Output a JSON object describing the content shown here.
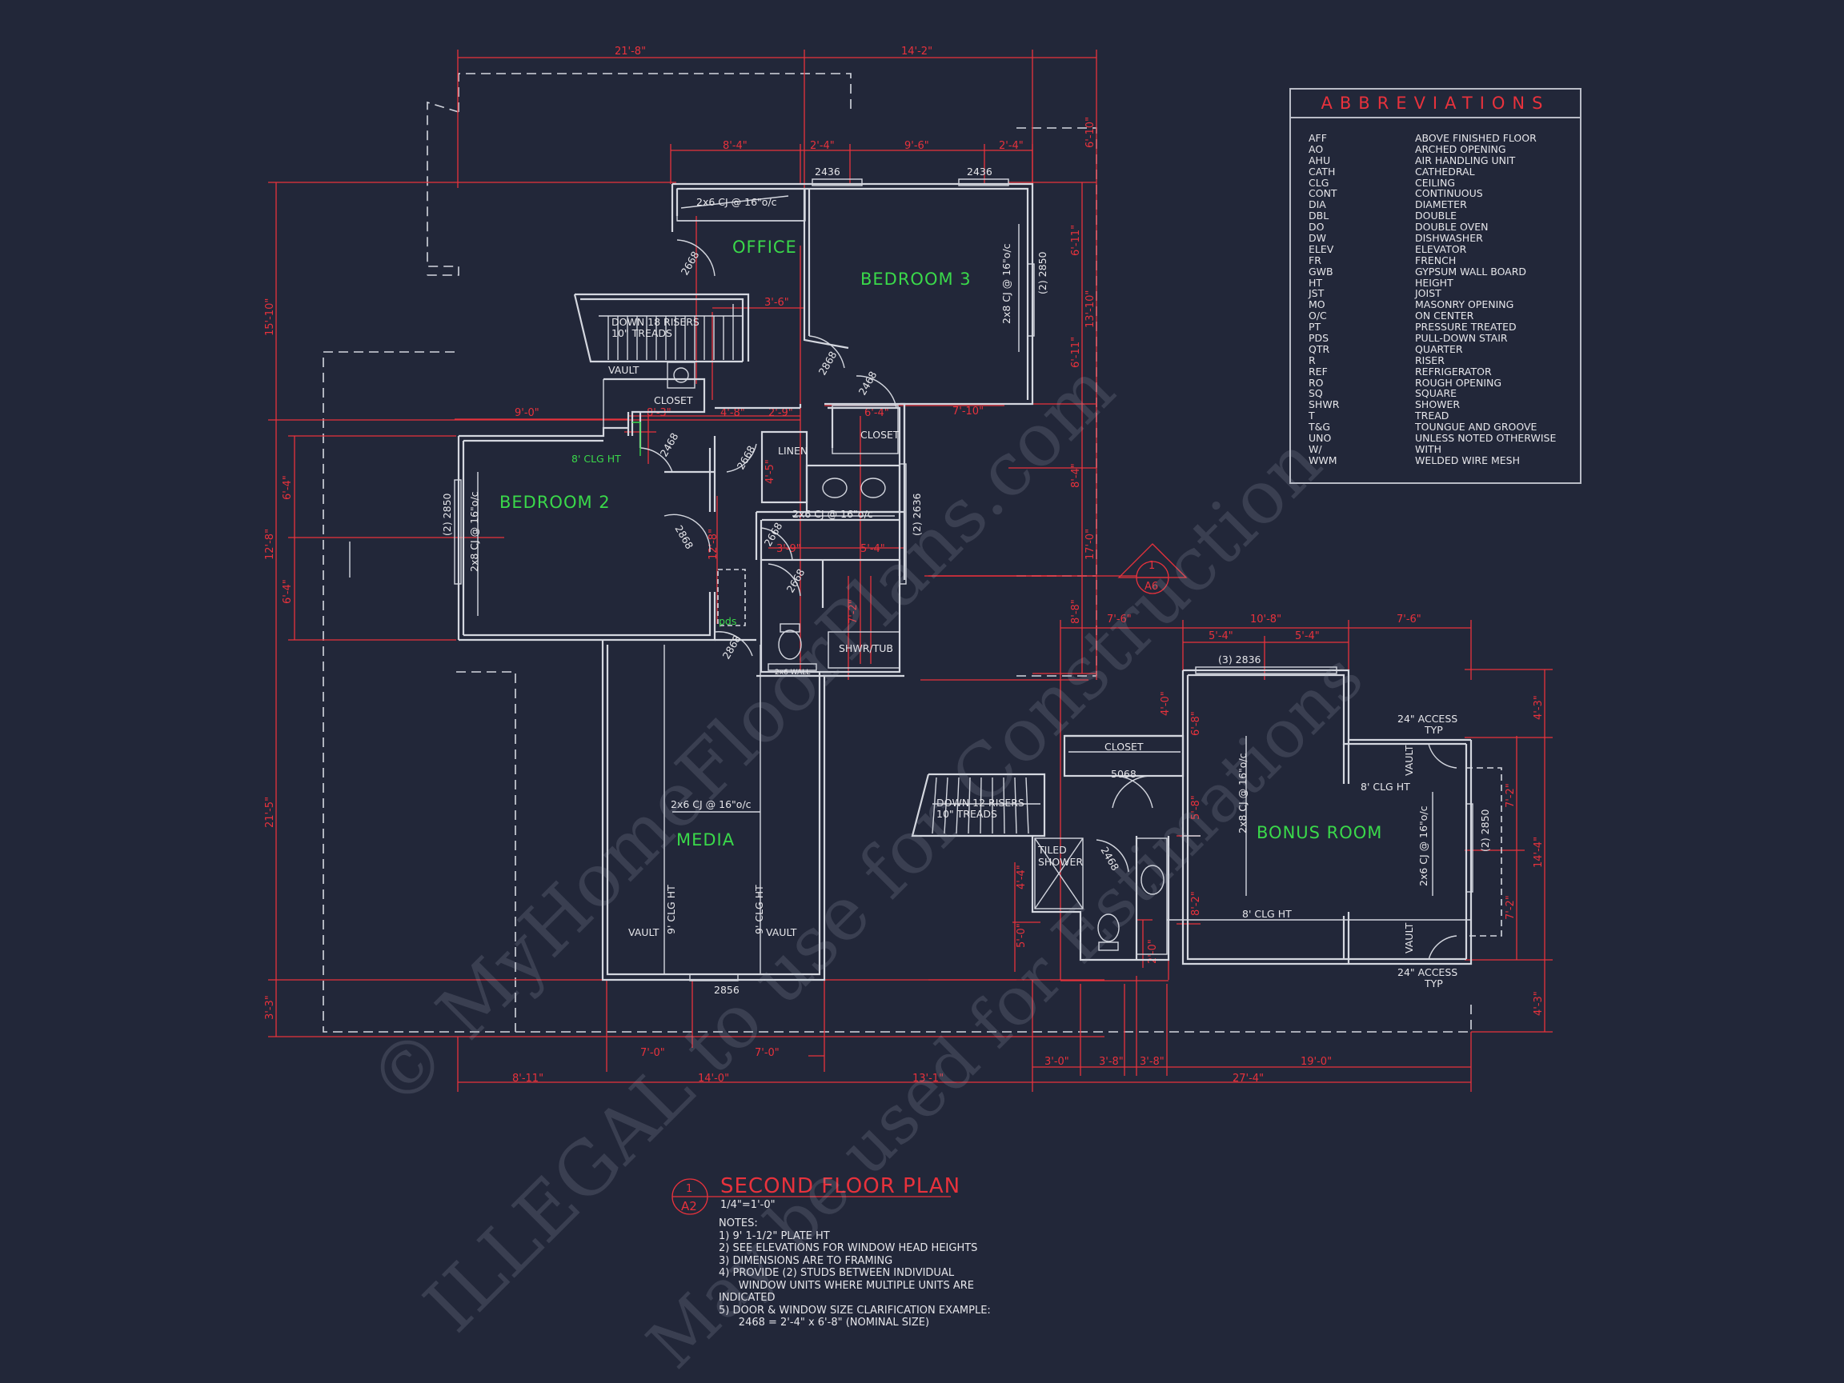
{
  "rooms": {
    "office": "OFFICE",
    "bedroom3": "BEDROOM 3",
    "bedroom2": "BEDROOM 2",
    "media": "MEDIA",
    "bonus": "BONUS ROOM"
  },
  "labels": {
    "closet": "CLOSET",
    "linen": "LINEN",
    "vault": "VAULT",
    "shwr_tub": "SHWR/TUB",
    "tiled_shower": "TILED",
    "tiled_shower2": "SHOWER",
    "access": "24\" ACCESS",
    "typ": "TYP",
    "pds": "pds",
    "wall2x6": "2x6 WALL",
    "clg_8": "8' CLG HT",
    "clg_9": "9' CLG HT",
    "stair1a": "DOWN 18 RISERS",
    "stair1b": "10\" TREADS",
    "stair2a": "DOWN 12 RISERS",
    "stair2b": "10\" TREADS",
    "cj6": "2x6 CJ @ 16\"o/c",
    "cj8": "2x8 CJ @ 16\"o/c",
    "win2436": "2436",
    "win2850x2": "(2) 2850",
    "win2636x2": "(2) 2636",
    "win2856": "2856",
    "win2836x3": "(3) 2836",
    "door2668": "2668",
    "door2868": "2868",
    "door2468": "2468",
    "door5068": "5068",
    "section_num": "1",
    "section_ref": "A6"
  },
  "dimensions": {
    "top": [
      "21'-8\"",
      "14'-2\""
    ],
    "second_row": [
      "8'-4\"",
      "2'-4\"",
      "9'-6\"",
      "2'-4\""
    ],
    "left": [
      "15'-10\"",
      "21'-5\"",
      "3'-3\""
    ],
    "left_inner": [
      "6'-4\"",
      "12'-8\"",
      "6'-4\""
    ],
    "right": [
      "6'-10\"",
      "6'-11\"",
      "13'-10\"",
      "6'-11\"",
      "8'-4\"",
      "17'-0\"",
      "8'-8\""
    ],
    "bottom1": [
      "7'-0\"",
      "7'-0\""
    ],
    "bottom2": [
      "8'-11\"",
      "14'-0\"",
      "13'-1\"",
      "27'-4\""
    ],
    "bottom3": [
      "3'-0\"",
      "3'-8\"",
      "3'-8\"",
      "19'-0\""
    ],
    "bonus_top": [
      "7'-6\"",
      "10'-8\"",
      "7'-6\"",
      "5'-4\"",
      "5'-4\""
    ],
    "bonus_right": [
      "4'-3\"",
      "7'-2\"",
      "14'-4\"",
      "7'-2\"",
      "4'-3\""
    ],
    "misc": [
      "9'-0\"",
      "4'-8\"",
      "2'-9\"",
      "6'-4\"",
      "7'-10\"",
      "3'-6\"",
      "3'-9\"",
      "5'-4\"",
      "4'-0\"",
      "6'-8\"",
      "5'-8\"",
      "8'-2\"",
      "4'-4\"",
      "5'-0\"",
      "2'-0\"",
      "12'-8\"",
      "7'-2\"",
      "4'-5\"",
      "8'-3\""
    ]
  },
  "abbreviations": {
    "title": "ABBREVIATIONS",
    "items": [
      [
        "AFF",
        "ABOVE FINISHED FLOOR"
      ],
      [
        "AO",
        "ARCHED OPENING"
      ],
      [
        "AHU",
        "AIR HANDLING UNIT"
      ],
      [
        "CATH",
        "CATHEDRAL"
      ],
      [
        "CLG",
        "CEILING"
      ],
      [
        "CONT",
        "CONTINUOUS"
      ],
      [
        "DIA",
        "DIAMETER"
      ],
      [
        "DBL",
        "DOUBLE"
      ],
      [
        "DO",
        "DOUBLE OVEN"
      ],
      [
        "DW",
        "DISHWASHER"
      ],
      [
        "ELEV",
        "ELEVATOR"
      ],
      [
        "FR",
        "FRENCH"
      ],
      [
        "GWB",
        "GYPSUM WALL BOARD"
      ],
      [
        "HT",
        "HEIGHT"
      ],
      [
        "JST",
        "JOIST"
      ],
      [
        "MO",
        "MASONRY OPENING"
      ],
      [
        "O/C",
        "ON CENTER"
      ],
      [
        "PT",
        "PRESSURE TREATED"
      ],
      [
        "PDS",
        "PULL-DOWN STAIR"
      ],
      [
        "QTR",
        "QUARTER"
      ],
      [
        "R",
        "RISER"
      ],
      [
        "REF",
        "REFRIGERATOR"
      ],
      [
        "RO",
        "ROUGH OPENING"
      ],
      [
        "SQ",
        "SQUARE"
      ],
      [
        "SHWR",
        "SHOWER"
      ],
      [
        "T",
        "TREAD"
      ],
      [
        "T&G",
        "TOUNGUE AND GROOVE"
      ],
      [
        "UNO",
        "UNLESS NOTED OTHERWISE"
      ],
      [
        "W/",
        "WITH"
      ],
      [
        "WWM",
        "WELDED WIRE MESH"
      ]
    ]
  },
  "title_block": {
    "number": "1",
    "sheet": "A2",
    "title": "SECOND FLOOR PLAN",
    "scale": "1/4\"=1'-0\""
  },
  "notes": [
    "NOTES:",
    "1) 9' 1-1/2\" PLATE HT",
    "2) SEE ELEVATIONS FOR WINDOW HEAD HEIGHTS",
    "3) DIMENSIONS ARE TO FRAMING",
    "4) PROVIDE (2) STUDS BETWEEN INDIVIDUAL",
    "      WINDOW UNITS WHERE MULTIPLE UNITS ARE",
    "INDICATED",
    "5) DOOR & WINDOW SIZE CLARIFICATION EXAMPLE:",
    "      2468 = 2'-4\" x 6'-8\" (NOMINAL SIZE)"
  ],
  "watermark": {
    "line1": "© MyHomeFloorPlans.com",
    "line2": "ILLEGAL to use for Construction",
    "line3": "May be used for Estimations"
  }
}
